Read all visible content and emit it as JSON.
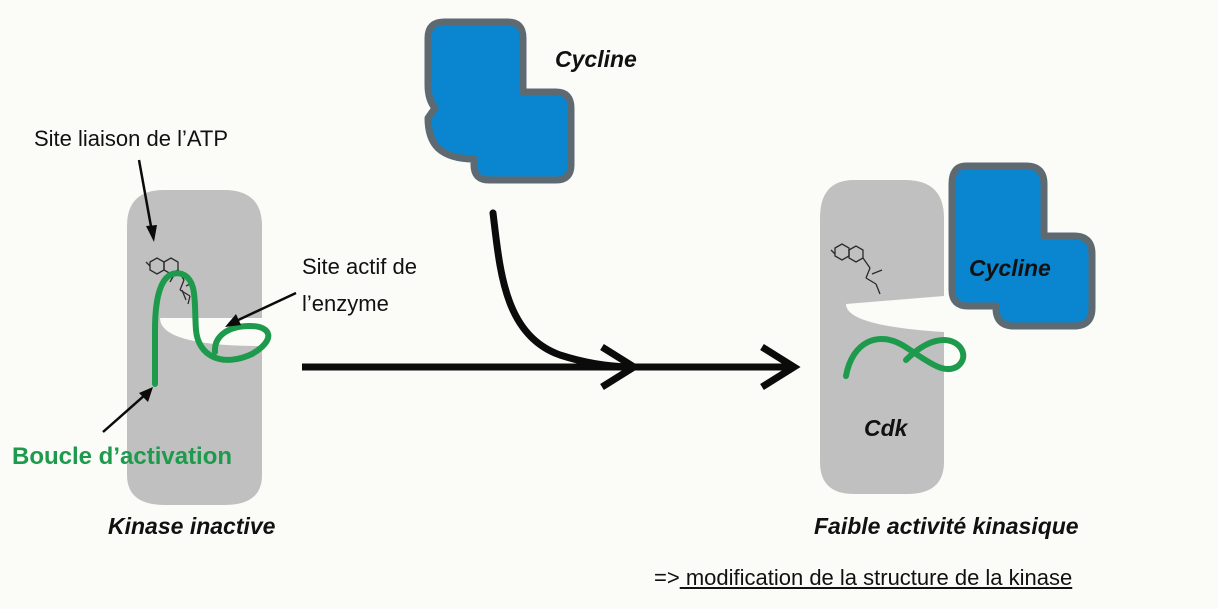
{
  "labels": {
    "cycline_top": "Cycline",
    "atp_site": "Site liaison de l’ATP",
    "active_site": "Site actif de l’enzyme",
    "activation_loop": "Boucle d’activation",
    "kinase_inactive": "Kinase inactive",
    "cycline_bound": "Cycline",
    "cdk": "Cdk",
    "low_activity": "Faible activité kinasique"
  },
  "note": {
    "prefix": "=>",
    "text": " modification de la structure de la kinase"
  },
  "colors": {
    "kinase_gray": "#c0c0c0",
    "cycline_blue": "#0a85cf",
    "cycline_outline": "#5e6a72",
    "loop_green": "#1e9a4c",
    "arrow_black": "#0b0b0b"
  },
  "icons": {
    "atp_molecule": "atp-molecule-icon"
  }
}
